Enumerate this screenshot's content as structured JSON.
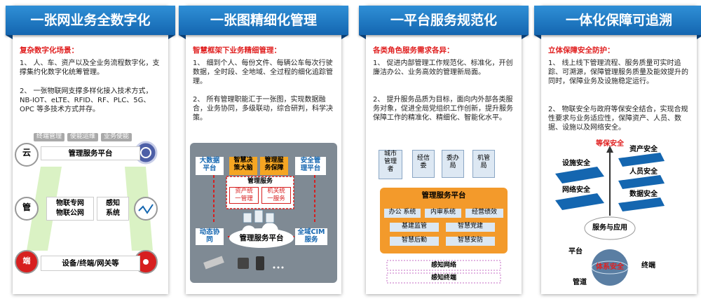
{
  "panels": [
    {
      "title": "一张网业务全数字化",
      "subtitle": "复杂数字化场景：",
      "points": [
        "1、 人、车、资产以及全业务流程数字化，支撑集约化数字化统筹管理。",
        "2、 一张物联网支撑多样化接入技术方式，NB-IOT、eLTE、RFID、RF、PLC、5G、OPC 等多技术方式并存。"
      ],
      "diagram": {
        "top_tags": [
          "终端管理",
          "使能运维",
          "业务使能"
        ],
        "platform": "管理服务平台",
        "left_icons": [
          "云",
          "管",
          "端"
        ],
        "mid_left": "物联专网\n物联公网",
        "mid_right": "感知\n系统",
        "bottom": "设备/终端/网关等"
      }
    },
    {
      "title": "一张图精细化管理",
      "subtitle": "智慧框架下业务精细管理：",
      "points": [
        "1、 细到个人、每份文件、每辆公车每次行驶数据，全时段、全地域、全过程的细化追踪管理。",
        "2、 所有管理职能汇于一张图，实现数据融合，业务协同，多级联动，综合研判，科学决策。"
      ],
      "diagram": {
        "top_boxes": [
          "大数据\n平台",
          "智慧决\n策大脑",
          "管理服\n务保障",
          "安全管\n理平台"
        ],
        "service": "管理服务",
        "service_items": [
          "资产统\n一管理",
          "机关统\n一服务"
        ],
        "side_left": "动态协\n同",
        "side_right": "全域CIM\n服务",
        "platform": "管理服务平台"
      }
    },
    {
      "title": "一平台服务规范化",
      "subtitle": "各类角色服务需求各异：",
      "points": [
        "1、 促进内部管理工作规范化、标准化，开创廉洁办公、业务高效的管理新局面。",
        "2、 提升服务品质为目标，面向内外部各类服务对象，促进全局党组织工作创新，提升服务保障工作的精准化、精细化、智能化水平。"
      ],
      "diagram": {
        "roles": [
          "城市\n管理\n者",
          "经信\n委",
          "委办\n局",
          "机管\n局"
        ],
        "platform": "管理服务平台",
        "row1": [
          "办公 系统",
          "内审系统",
          "经营绩效"
        ],
        "row2": [
          "基建监管",
          "智慧党建"
        ],
        "row3": [
          "智慧后勤",
          "智慧安防"
        ],
        "net": "感知网络",
        "terminal": "感知终端"
      }
    },
    {
      "title": "一体化保障可追溯",
      "subtitle": "立体保障安全防护：",
      "points": [
        "1、 线上线下管理流程、服务质量可实时追踪、可溯源，保障管理服务质量及能效提升的同时，保障业务及设施稳定运行。",
        "2、 物联安全与政府等保安全结合，实现合规性要求与业务适应性，保障资产、人员、数据、设施以及网络安全。"
      ],
      "diagram": {
        "top": "等保安全",
        "left": [
          "设施安全",
          "网络安全"
        ],
        "right": [
          "资产安全",
          "人员安全",
          "数据安全"
        ],
        "cloud": "服务与应用",
        "globe": "体系安全",
        "platform": "平台",
        "terminal": "终端",
        "pipe": "管道"
      }
    }
  ]
}
